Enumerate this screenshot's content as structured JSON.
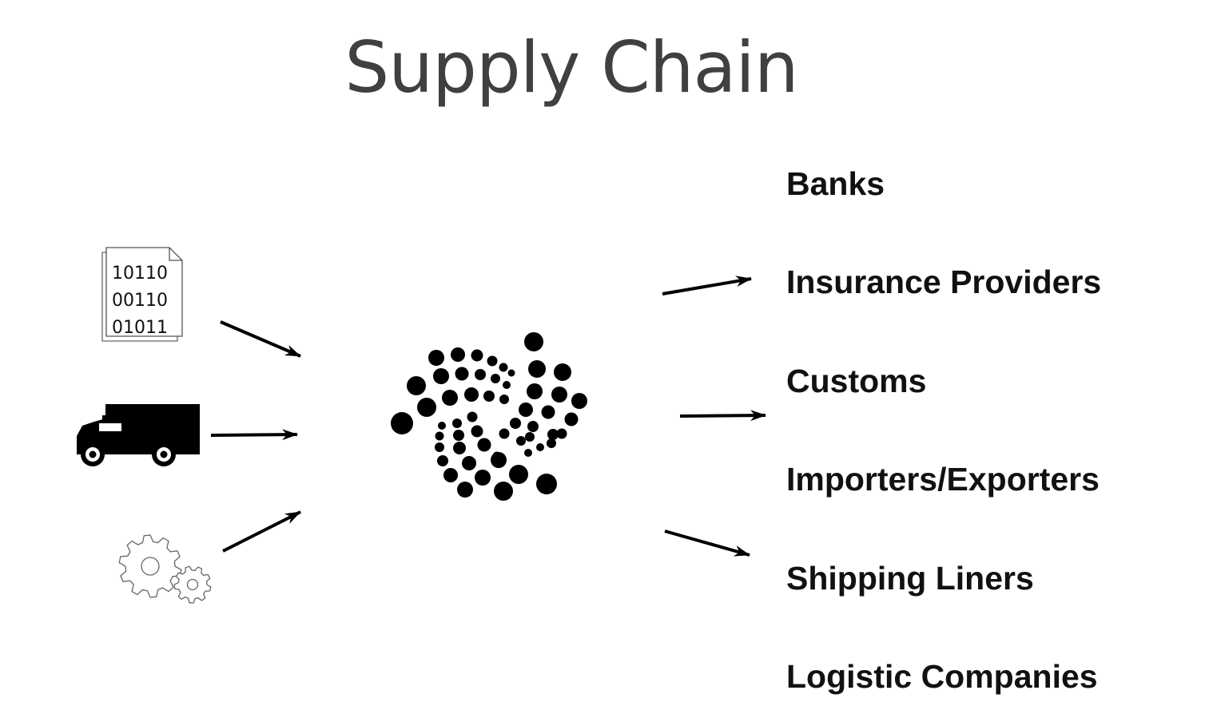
{
  "title": "Supply Chain",
  "document_icon": {
    "lines": [
      "10110",
      "00110",
      "01011"
    ],
    "icon": "binary-document-icon"
  },
  "inputs": [
    {
      "name": "data",
      "icon": "binary-document-icon"
    },
    {
      "name": "transport",
      "icon": "truck-icon"
    },
    {
      "name": "machinery",
      "icon": "gears-icon"
    }
  ],
  "hub": {
    "icon": "dot-cluster-logo"
  },
  "stakeholders": [
    "Banks",
    "Insurance Providers",
    "Customs",
    "Importers/Exporters",
    "Shipping Liners",
    "Logistic Companies"
  ],
  "colors": {
    "title": "#404040",
    "text": "#111111",
    "ink": "#000000"
  }
}
